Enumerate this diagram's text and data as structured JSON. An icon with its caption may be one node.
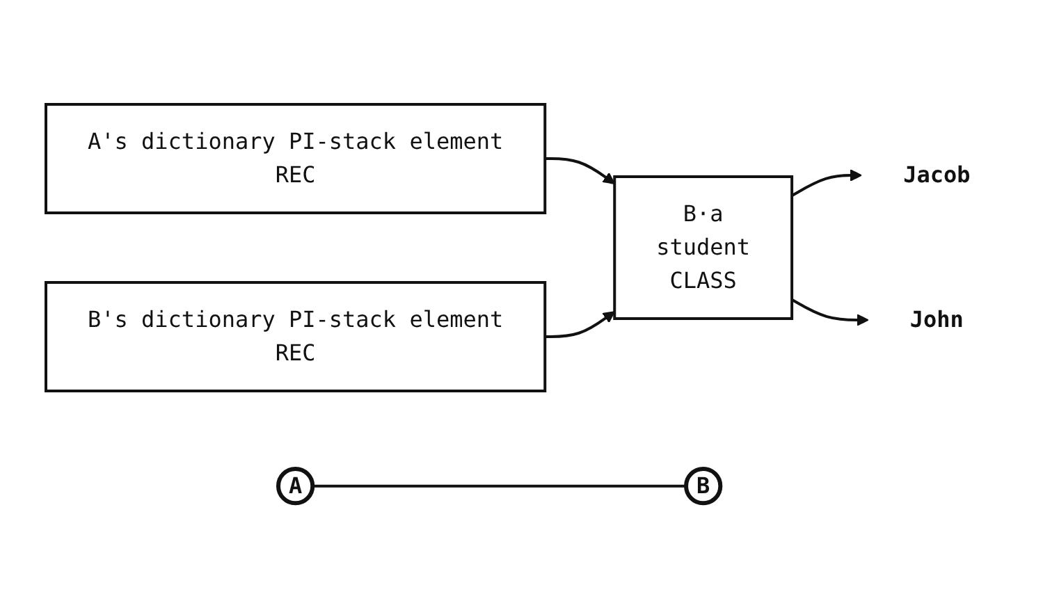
{
  "diagram": {
    "nodes": [
      {
        "text": [
          "A's dictionary PI-stack element",
          "REC"
        ]
      },
      {
        "text": [
          "B's dictionary PI-stack element",
          "REC"
        ]
      },
      {
        "text": [
          "B·a",
          "student",
          "CLASS"
        ]
      },
      {
        "text": [
          "Jacob"
        ]
      },
      {
        "text": [
          "John"
        ]
      },
      {
        "text": [
          "A"
        ]
      },
      {
        "text": [
          "B"
        ]
      }
    ],
    "edges": [
      {
        "from": 0,
        "to": 2,
        "arrow": "to"
      },
      {
        "from": 1,
        "to": 2,
        "arrow": "to"
      },
      {
        "from": 2,
        "to": 3,
        "arrow": "to"
      },
      {
        "from": 2,
        "to": 4,
        "arrow": "to"
      },
      {
        "from": 5,
        "to": 6,
        "arrow": "none"
      }
    ]
  }
}
